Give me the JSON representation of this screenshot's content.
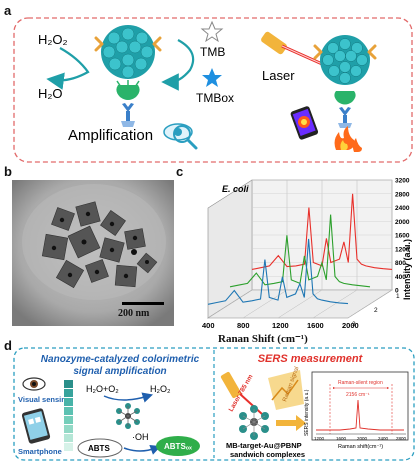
{
  "panel_a": {
    "letter": "a",
    "h2o2": "H₂O₂",
    "h2o": "H₂O",
    "tmb": "TMB",
    "tmbox": "TMBox",
    "amplification": "Amplification",
    "laser": "Laser",
    "colors": {
      "frame": "#e26a6a",
      "nanozyme": "#1f9fa8",
      "tmbox": "#1e8fe0",
      "fire": "#ff6a1a"
    }
  },
  "panel_b": {
    "letter": "b",
    "scale_bar": "200 nm"
  },
  "panel_c": {
    "letter": "c",
    "sample_label": "E. coli",
    "x_label": "Ranan Shift (cm⁻¹)",
    "y_label": "Intensity (a.u.)",
    "x_ticks": [
      "400",
      "800",
      "1200",
      "1600",
      "2000"
    ],
    "z_ticks": [
      "1",
      "2",
      "3"
    ],
    "chart_data": {
      "type": "line",
      "x_ticks": [
        400,
        800,
        1200,
        1600,
        2000
      ],
      "y_ticks": [
        0,
        400,
        800,
        1200,
        1600,
        2000,
        2400,
        2800,
        3200
      ],
      "xlabel": "Ranan Shift (cm⁻¹)",
      "ylabel": "Intensity (a.u.)",
      "xlim": [
        400,
        2000
      ],
      "ylim": [
        0,
        3200
      ],
      "series": [
        {
          "color": "#e8302b",
          "x": [
            400,
            500,
            600,
            700,
            800,
            900,
            1000,
            1050,
            1100,
            1200,
            1250,
            1300,
            1400,
            1450,
            1500,
            1550,
            1600,
            1650,
            1700,
            1800,
            1900,
            2000
          ],
          "y": [
            600,
            650,
            700,
            1000,
            680,
            700,
            750,
            2400,
            800,
            700,
            1500,
            800,
            900,
            1400,
            800,
            2800,
            900,
            750,
            700,
            650,
            620,
            600
          ]
        },
        {
          "color": "#2ca02c",
          "x": [
            400,
            500,
            600,
            700,
            800,
            900,
            1000,
            1050,
            1100,
            1200,
            1250,
            1300,
            1400,
            1450,
            1500,
            1550,
            1600,
            1650,
            1700,
            1800,
            1900,
            2000
          ],
          "y": [
            500,
            550,
            600,
            900,
            560,
            600,
            650,
            2000,
            700,
            600,
            1400,
            700,
            800,
            1200,
            700,
            2600,
            800,
            650,
            600,
            560,
            530,
            500
          ]
        },
        {
          "color": "#1f77b4",
          "x": [
            400,
            500,
            600,
            700,
            800,
            900,
            1000,
            1050,
            1100,
            1200,
            1250,
            1300,
            1400,
            1450,
            1500,
            1550,
            1600,
            1650,
            1700,
            1800,
            1900,
            2000
          ],
          "y": [
            400,
            450,
            500,
            800,
            460,
            500,
            550,
            1700,
            600,
            520,
            1200,
            600,
            700,
            1000,
            600,
            2300,
            700,
            560,
            520,
            470,
            440,
            420
          ]
        }
      ]
    }
  },
  "panel_d": {
    "letter": "d",
    "left_title_1": "Nanozyme-catalyzed colorimetric",
    "left_title_2": "signal amplification",
    "right_title": "SERS measurement",
    "visual_sensing": "Visual sensing",
    "smartphone": "Smartphone",
    "h2o_o2": "H₂O+O₂",
    "h2o2": "H₂O₂",
    "oh": "·OH",
    "abts": "ABTS",
    "abtsox": "ABTSₒₓ",
    "laser_label": "Laser 785 nm",
    "raman_signal": "Raman signal",
    "complex_1": "MB-target-Au@PBNP",
    "complex_2": "sandwich complexes",
    "inset_region": "Raman-silent region",
    "inset_peak": "2156 cm⁻¹",
    "inset_xlabel": "Raman shift(cm⁻¹)",
    "inset_ylabel": "SERS intensity (a.u.)",
    "inset_ticks": [
      "1200",
      "1600",
      "2000",
      "2400",
      "2800"
    ],
    "colors": {
      "frame": "#2a9ec0",
      "title_left": "#1f5fae",
      "title_right": "#e0312b",
      "green": "#2fae4a"
    }
  }
}
